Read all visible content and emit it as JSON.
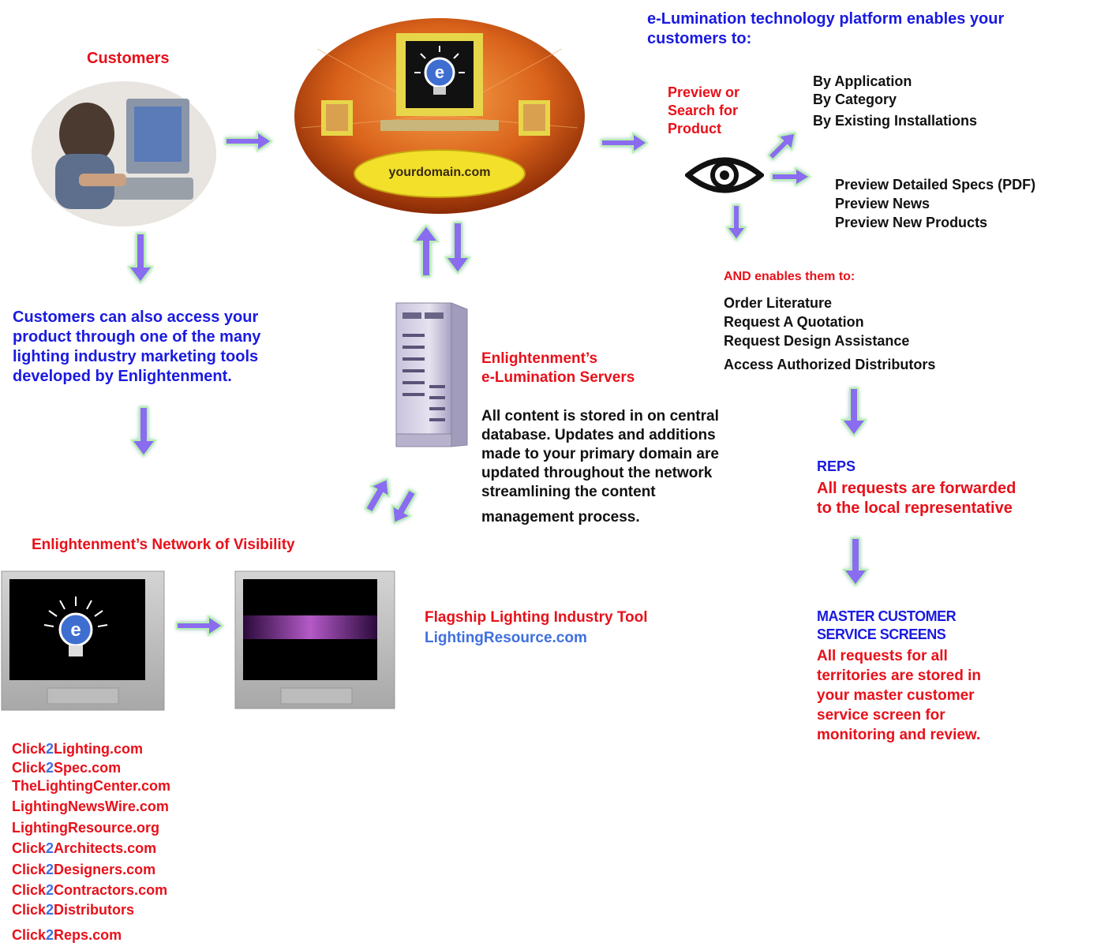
{
  "customers_title": "Customers",
  "domain_label": "yourdomain.com",
  "platform_title": [
    "e-Lumination technology platform enables your",
    "customers to:"
  ],
  "preview_title": [
    "Preview or",
    "Search for",
    "Product"
  ],
  "search_options": [
    "By Application",
    "By Category",
    "By Existing Installations"
  ],
  "preview_options": [
    "Preview Detailed Specs (PDF)",
    "Preview News",
    "Preview New Products"
  ],
  "and_enables_title": "AND enables them to:",
  "enable_options": [
    "Order Literature",
    "Request A Quotation",
    "Request Design Assistance",
    "Access Authorized Distributors"
  ],
  "customers_also": [
    "Customers can also access your",
    "product through one of the many",
    "lighting industry marketing tools",
    "developed by Enlightenment."
  ],
  "servers_title": [
    "Enlightenment’s",
    "e-Lumination Servers"
  ],
  "servers_desc": [
    "All content is stored in on central",
    "database.  Updates and additions",
    "made to your primary domain are",
    "updated throughout the network",
    "streamlining the content",
    "management process."
  ],
  "reps_title": "REPS",
  "reps_desc": [
    "All requests are forwarded",
    "to the local representative"
  ],
  "network_title": "Enlightenment’s Network of Visibility",
  "flagship_title": "Flagship Lighting Industry Tool",
  "flagship_site": "LightingResource.com",
  "master_title": [
    "MASTER CUSTOMER",
    "SERVICE SCREENS"
  ],
  "master_desc": [
    "All requests for all",
    "territories are stored in",
    "your master customer",
    "service screen for",
    "monitoring and review."
  ],
  "network_sites": [
    {
      "prefix": "Click",
      "accent": "2",
      "rest": "Lighting.com"
    },
    {
      "prefix": "Click",
      "accent": "2",
      "rest": "Spec.com"
    },
    {
      "prefix": "TheLightingCenter.com",
      "accent": "",
      "rest": ""
    },
    {
      "prefix": "LightingNewsWire.com",
      "accent": "",
      "rest": ""
    },
    {
      "prefix": "LightingResource.org",
      "accent": "",
      "rest": ""
    },
    {
      "prefix": "Click",
      "accent": "2",
      "rest": "Architects.com"
    },
    {
      "prefix": "Click",
      "accent": "2",
      "rest": "Designers.com"
    },
    {
      "prefix": "Click",
      "accent": "2",
      "rest": "Contractors.com"
    },
    {
      "prefix": "Click",
      "accent": "2",
      "rest": "Distributors"
    },
    {
      "prefix": "Click",
      "accent": "2",
      "rest": "Reps.com"
    }
  ],
  "colors": {
    "red": "#e8101a",
    "blue": "#1a1ae0",
    "light_blue": "#3f6fe0",
    "arrow": "#8a6cf0",
    "arrow_glow": "#b8f0b0"
  },
  "icons": [
    "customer-photo-icon",
    "hub-oval-icon",
    "eye-icon",
    "server-tower-icon",
    "monitor-icon",
    "arrow-icon"
  ]
}
